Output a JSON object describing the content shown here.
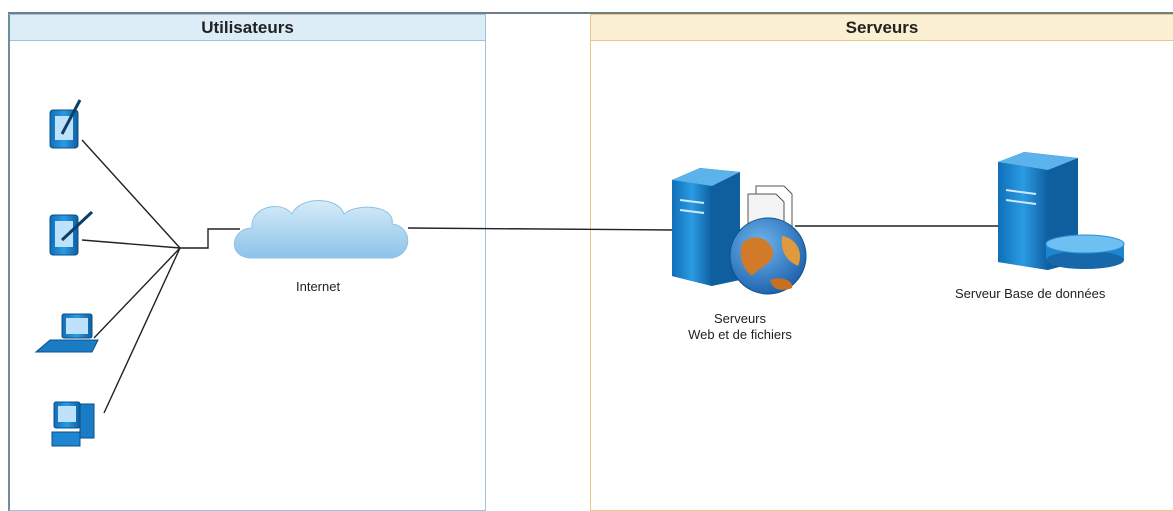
{
  "lanes": {
    "users": {
      "title": "Utilisateurs"
    },
    "servers": {
      "title": "Serveurs"
    }
  },
  "nodes": {
    "internet": {
      "label": "Internet",
      "icon": "cloud-icon"
    },
    "web_server": {
      "label_line1": "Serveurs",
      "label_line2": "Web et de fichiers",
      "icon": "web-file-server-icon"
    },
    "db_server": {
      "label": "Serveur Base de données",
      "icon": "database-server-icon"
    },
    "clients": [
      {
        "icon": "tablet-icon"
      },
      {
        "icon": "tablet-icon"
      },
      {
        "icon": "laptop-icon"
      },
      {
        "icon": "desktop-computer-icon"
      }
    ]
  },
  "colors": {
    "users_lane": "#dcedf8",
    "servers_lane": "#fbf1d2",
    "device_blue": "#1e86d0",
    "cloud": "#a9d3ee"
  }
}
